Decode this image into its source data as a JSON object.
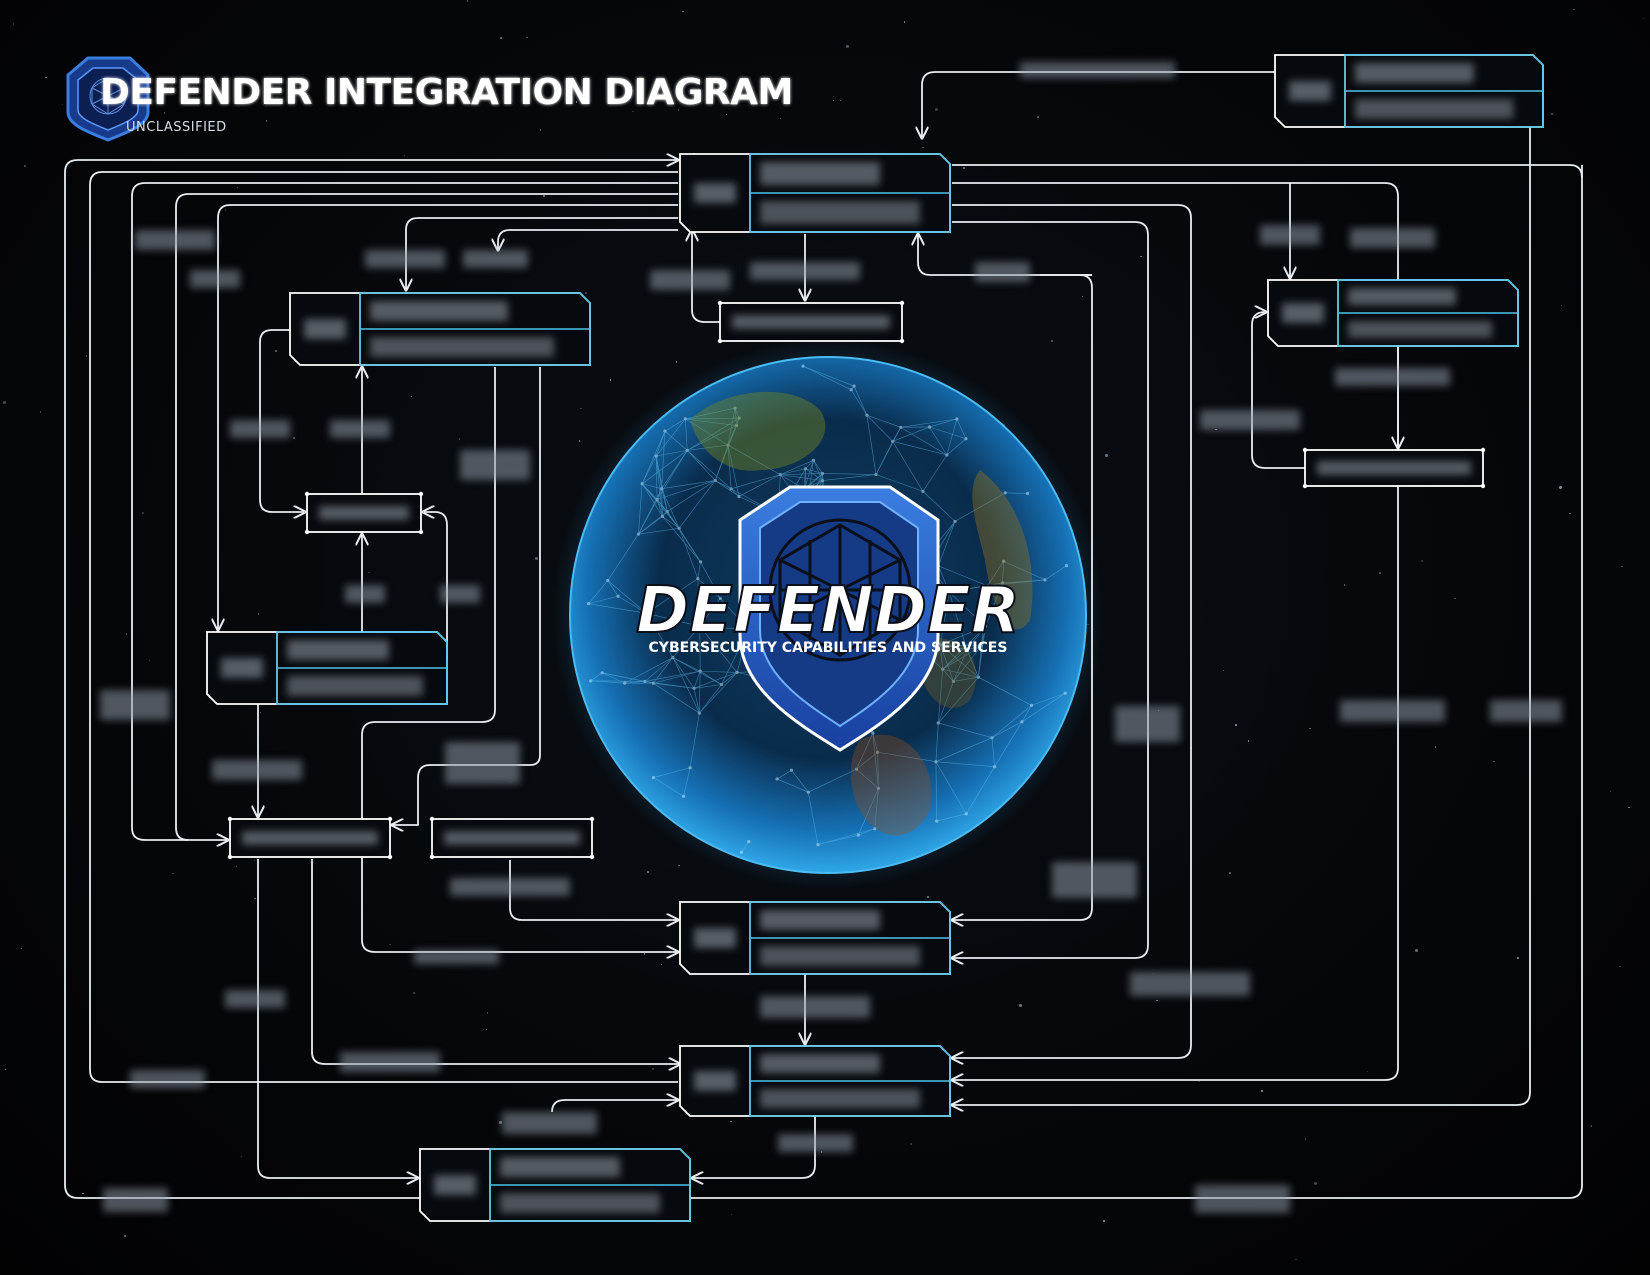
{
  "header": {
    "title": "DEFENDER INTEGRATION DIAGRAM",
    "classification": "UNCLASSIFIED"
  },
  "center_logo": {
    "wordmark": "DEFENDER",
    "tagline": "CYBERSECURITY CAPABILITIES AND SERVICES"
  },
  "colors": {
    "background": "#05070a",
    "connector": "#e8edf2",
    "box_border": "#4ec3e6",
    "shield_blue": "#1e5ec8",
    "globe_blue": "#2a8fd6"
  },
  "icons": [
    "shield-logo-icon",
    "globe-network-icon"
  ],
  "redaction_note": "All node and connector labels in the diagram are illegible (pixelated)."
}
